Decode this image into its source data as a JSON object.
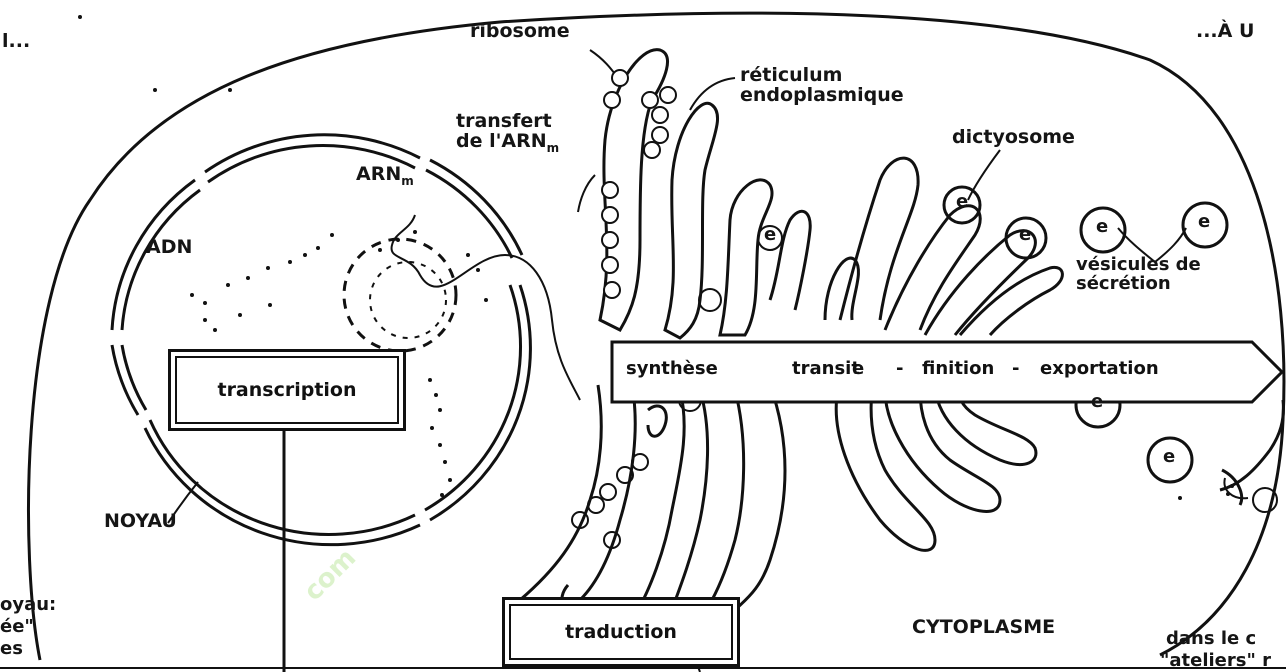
{
  "corner_left": "l...",
  "corner_right": "...À U",
  "left_fragments": [
    "oyau:",
    "ée\"",
    "es"
  ],
  "right_fragments": [
    "dans le c",
    "\"ateliers\" r"
  ],
  "labels": {
    "ribosome": "ribosome",
    "reticulum_line1": "réticulum",
    "reticulum_line2": "endoplasmique",
    "transfert_line1": "transfert",
    "transfert_line2": "de l'ARN",
    "transfert_sub": "m",
    "arn": "ARN",
    "arn_sub": "m",
    "adn": "ADN",
    "dictyosome": "dictyosome",
    "vesicules_line1": "vésicules de",
    "vesicules_line2": "sécrétion",
    "noyau": "NOYAU",
    "cytoplasme": "CYTOPLASME",
    "vesicle_letter": "e"
  },
  "boxes": {
    "transcription": "transcription",
    "traduction": "traduction"
  },
  "band": {
    "synthese": "synthèse",
    "transit": "transit",
    "dash1": "-",
    "finition": "finition",
    "dash2": "-",
    "exportation": "exportation"
  },
  "watermark": "com"
}
